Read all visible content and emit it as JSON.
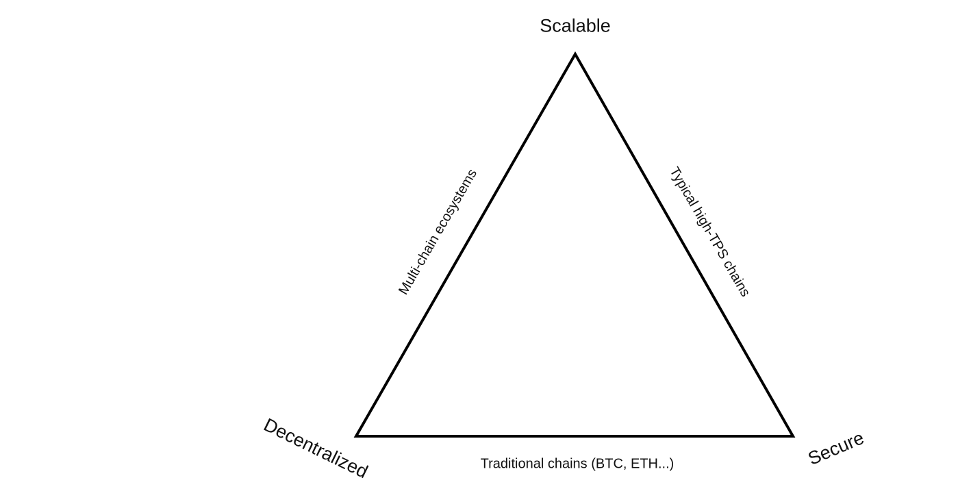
{
  "diagram": {
    "type": "triangle-trilemma",
    "vertices": {
      "top": "Scalable",
      "bottom_left": "Decentralized",
      "bottom_right": "Secure"
    },
    "edges": {
      "left": "Multi-chain ecosystems",
      "right": "Typical high-TPS chains",
      "bottom": "Traditional chains (BTC, ETH...)"
    },
    "colors": {
      "stroke": "#000000",
      "background": "#ffffff",
      "text": "#111111"
    }
  }
}
